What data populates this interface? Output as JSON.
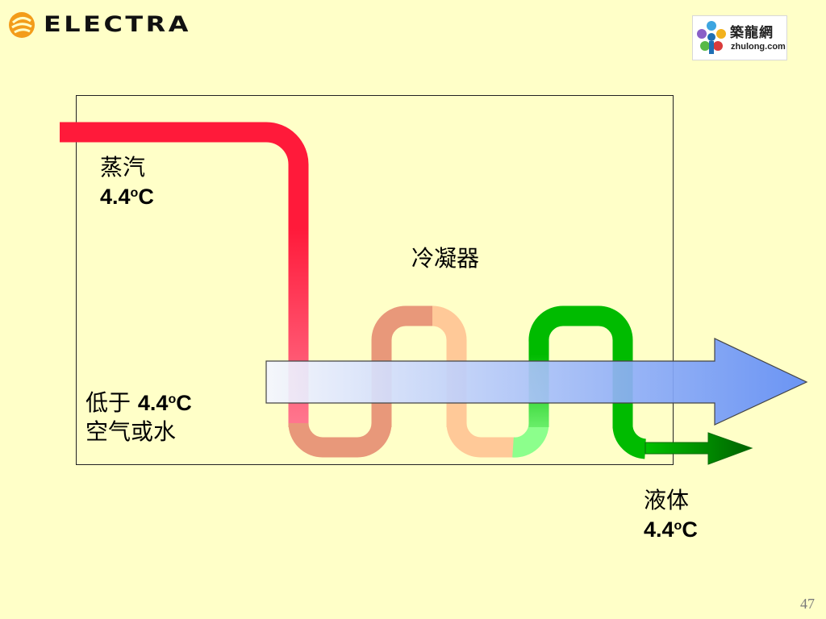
{
  "brand": {
    "name": "ELECTRA",
    "icon": "electra-swirl-logo",
    "icon_color": "#f39c1a"
  },
  "watermark": {
    "chinese": "築龍網",
    "url": "zhulong.com",
    "icon": "zhulong-pinwheel-logo"
  },
  "diagram": {
    "vapor": {
      "name": "蒸汽",
      "temp_value": "4.4",
      "temp_deg": "o",
      "temp_unit": "C"
    },
    "component": "冷凝器",
    "coolant": {
      "line1_prefix": "低于 ",
      "temp_value": "4.4",
      "temp_deg": "o",
      "temp_unit": "C",
      "line2": "空气或水"
    },
    "liquid": {
      "name": "液体",
      "temp_value": "4.4",
      "temp_deg": "o",
      "temp_unit": "C"
    },
    "colors": {
      "vapor_pipe": "#ff1a3a",
      "vapor_pipe_faded": "#ff7890",
      "salmon_pipe": "#e8987a",
      "peach_pipe": "#ffc998",
      "light_green_pipe": "#8cff8c",
      "green_pipe": "#00bb00",
      "coolant_arrow_start": "#f4f6ff",
      "coolant_arrow_end": "#5e8bf7",
      "liquid_arrow_start": "#00c000",
      "liquid_arrow_end": "#006400",
      "background": "#ffffc8"
    }
  },
  "page_number": "47"
}
